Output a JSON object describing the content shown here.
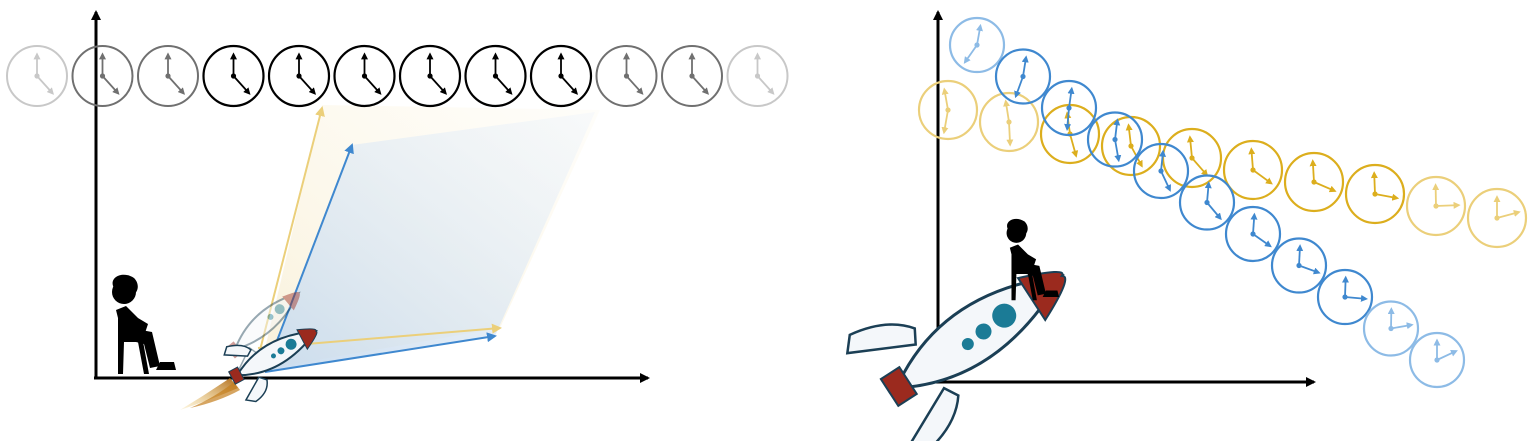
{
  "colors": {
    "axis": "#000000",
    "blue": "#3f88cf",
    "blue_light": "#8dbbe6",
    "gold": "#dcae1d",
    "gold_light": "#ebcf7a",
    "rocket_body": "#f4f7fa",
    "rocket_nose": "#9b2a1e",
    "rocket_window": "#1b7b96",
    "flame": "#d9a441",
    "clock_faded": "#c8c8c8",
    "clock_mid": "#707070",
    "clock_dark": "#000000"
  },
  "icons": {
    "observer": "person-sitting-on-chair-icon",
    "rocket": "rocket-icon",
    "clock": "clock-icon"
  },
  "left_panel": {
    "clock_row_tones": [
      "faded",
      "mid",
      "mid",
      "dark",
      "dark",
      "dark",
      "dark",
      "dark",
      "dark",
      "mid",
      "mid",
      "faded"
    ]
  },
  "right_panel": {
    "gold_clock_tones": [
      "light",
      "light",
      "dark",
      "dark",
      "dark",
      "dark",
      "dark",
      "dark",
      "light",
      "light"
    ],
    "blue_clock_tones": [
      "light",
      "dark",
      "dark",
      "dark",
      "dark",
      "dark",
      "dark",
      "dark",
      "dark",
      "light",
      "light"
    ]
  }
}
